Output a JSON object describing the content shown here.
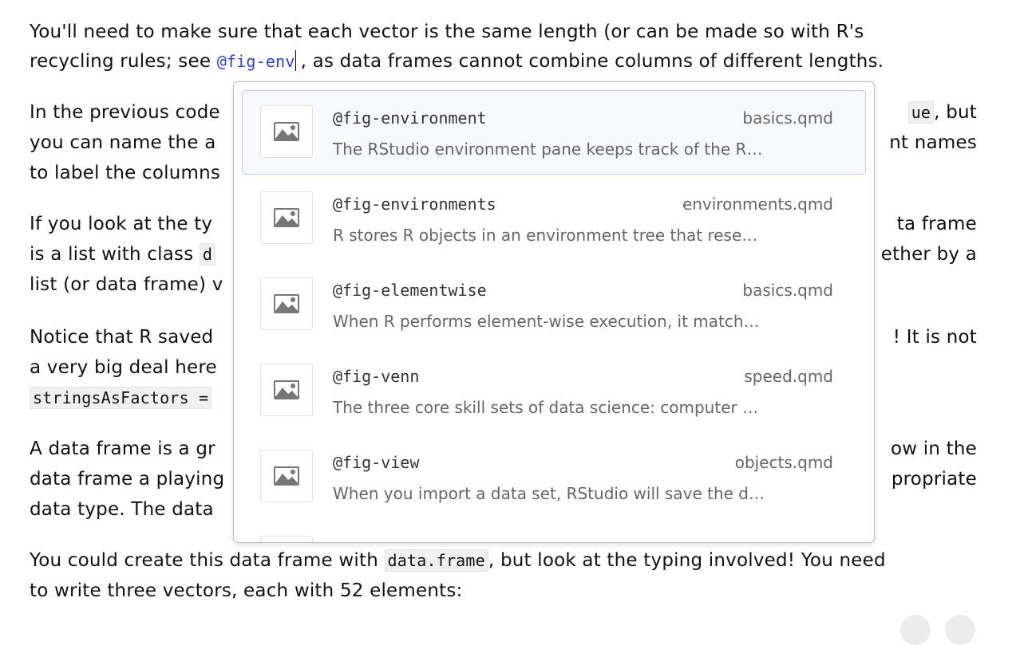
{
  "paragraphs": {
    "p1_l1": "You'll need to make sure that each vector is the same length (or can be made so with R's",
    "p1_l2_a": "recycling rules; see ",
    "p1_l2_ref": "@fig-env",
    "p1_l2_b": ", as data frames cannot combine columns of different lengths.",
    "p2_l1_a": "In the previous code",
    "p2_l1_code": "ue",
    "p2_l1_b": ", but",
    "p2_l2_a": "you can name the a",
    "p2_l2_b": "nt names",
    "p2_l3_a": "to label the columns",
    "p3_l1_a": "If you look at the ty",
    "p3_l1_b": "ta frame",
    "p3_l2_a": "is a list with class ",
    "p3_l2_code": "d",
    "p3_l2_b": "ether by a",
    "p3_l3_a": "list (or data frame) v",
    "p4_l1_a": "Notice that R saved",
    "p4_l1_b": "! It is not",
    "p4_l2_a": "a very big deal here",
    "p4_l3_code": "stringsAsFactors =",
    "p5_l1_a": "A data frame is a gr",
    "p5_l1_b": "ow in the",
    "p5_l2_a": "data frame a playing",
    "p5_l2_b": "propriate",
    "p5_l3_a": "data type. The data",
    "p6_l1_a": "You could create this data frame with ",
    "p6_l1_code": "data.frame",
    "p6_l1_b": ", but look at the typing involved! You need",
    "p6_l2": "to write three vectors, each with 52 elements:"
  },
  "completion": {
    "items": [
      {
        "title": "@fig-environment",
        "file": "basics.qmd",
        "desc": "The RStudio environment pane keeps track of the R…",
        "icon": "image-icon",
        "selected": true
      },
      {
        "title": "@fig-environments",
        "file": "environments.qmd",
        "desc": "R stores R objects in an environment tree that rese…",
        "icon": "image-icon"
      },
      {
        "title": "@fig-elementwise",
        "file": "basics.qmd",
        "desc": "When R performs element-wise execution, it match…",
        "icon": "image-icon"
      },
      {
        "title": "@fig-venn",
        "file": "speed.qmd",
        "desc": "The three core skill sets of data science: computer …",
        "icon": "image-icon"
      },
      {
        "title": "@fig-view",
        "file": "objects.qmd",
        "desc": "When you import a data set, RStudio will save the d…",
        "icon": "image-icon"
      }
    ]
  },
  "colors": {
    "ref": "#2a3ee0",
    "selected_border": "#c9c9f3",
    "selected_bg": "#f8f8ff"
  }
}
